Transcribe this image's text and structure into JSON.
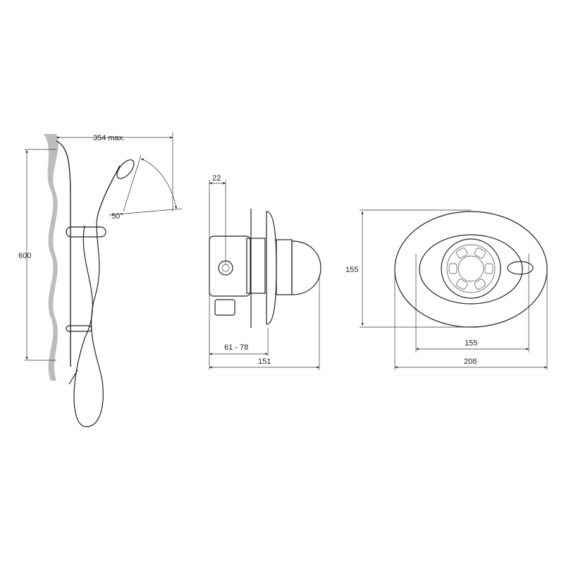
{
  "views": {
    "shower_kit": {
      "width_label": "354 max.",
      "height_label": "600",
      "angle_label": "50°"
    },
    "side_view": {
      "depth_label": "22",
      "range_label": "61 - 78",
      "total_label": "151"
    },
    "front_view": {
      "height_label": "155",
      "inner_width_label": "155",
      "outer_width_label": "208"
    }
  },
  "colors": {
    "line": "#222222",
    "wall": "#bdbdbd"
  }
}
